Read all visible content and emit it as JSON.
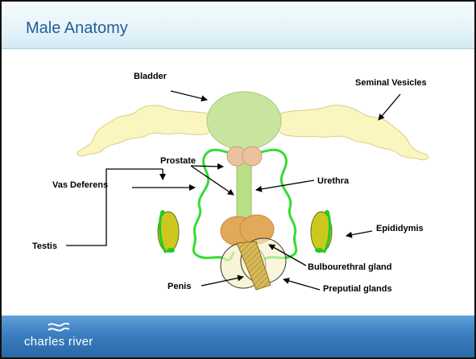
{
  "title": "Male Anatomy",
  "labels": {
    "bladder": "Bladder",
    "seminal_vesicles": "Seminal Vesicles",
    "prostate": "Prostate",
    "vas_deferens": "Vas Deferens",
    "urethra": "Urethra",
    "epididymis": "Epididymis",
    "testis": "Testis",
    "bulbourethral_gland": "Bulbourethral gland",
    "penis": "Penis",
    "preputial_glands": "Preputial glands"
  },
  "brand": "charles river",
  "colors": {
    "title": "#1f5f9a",
    "vesicles": "#fbf5c0",
    "bladder": "#c7e59e",
    "prostate": "#ecc29e",
    "bulbourethral": "#e2a95a",
    "vas_deferens": "#33dd33",
    "testis": "#ccc820",
    "penis": "#cdb04a",
    "footer": "#3a7fc0"
  }
}
